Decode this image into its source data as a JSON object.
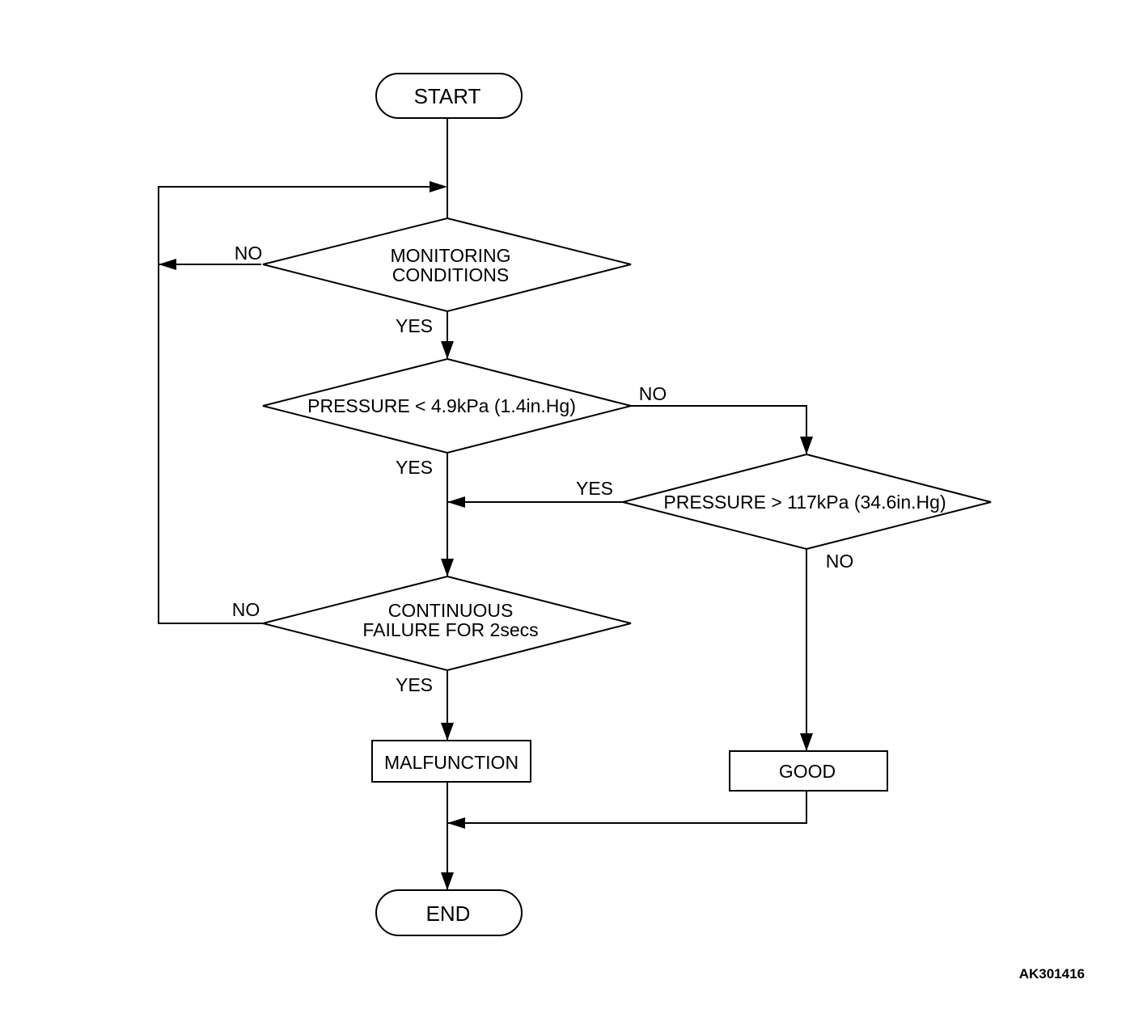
{
  "flowchart": {
    "start": "START",
    "end": "END",
    "decisions": {
      "monitoring": [
        "MONITORING",
        "CONDITIONS"
      ],
      "pressure_low": "PRESSURE < 4.9kPa (1.4in.Hg)",
      "pressure_high": "PRESSURE > 117kPa (34.6in.Hg)",
      "continuous": [
        "CONTINUOUS",
        "FAILURE FOR 2secs"
      ]
    },
    "processes": {
      "malfunction": "MALFUNCTION",
      "good": "GOOD"
    },
    "edge_labels": {
      "yes": "YES",
      "no": "NO"
    }
  },
  "figure_code": "AK301416"
}
